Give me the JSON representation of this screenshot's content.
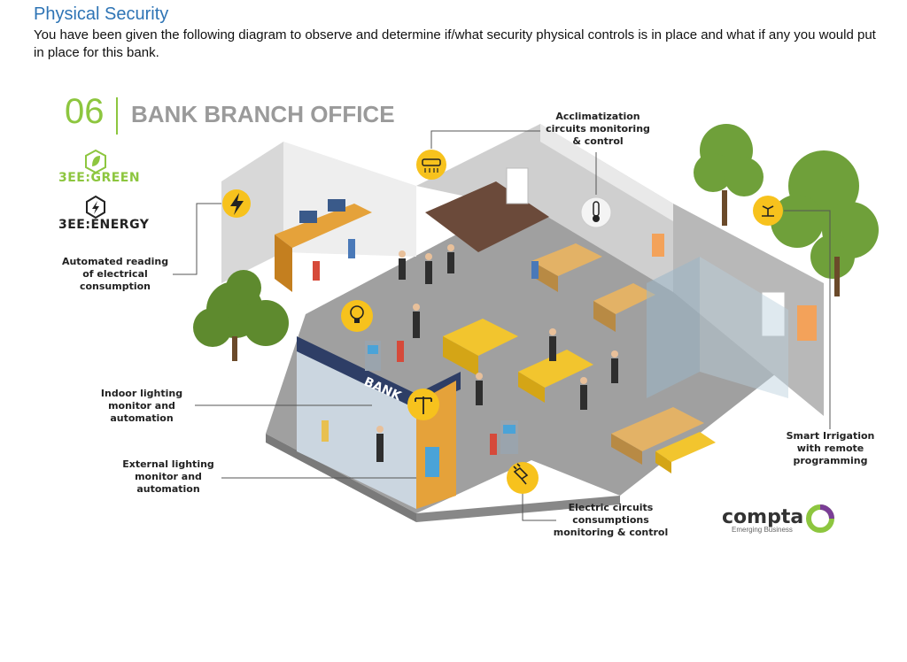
{
  "document": {
    "heading": "Physical Security",
    "intro": "You have been given the following diagram to observe and determine if/what security physical controls is in place and what if any you would put in place for this bank."
  },
  "figure": {
    "number": "06",
    "title": "BANK BRANCH OFFICE",
    "sign": "BANK",
    "brands": {
      "green": "3EE:GREEN",
      "energy": "3EE:ENERGY",
      "compta": "compta",
      "compta_tagline": "Emerging Business"
    },
    "callouts": {
      "acclimatization": "Acclimatization\ncircuits monitoring\n& control",
      "reading": "Automated reading\nof electrical\nconsumption",
      "indoor": "Indoor lighting\nmonitor and\nautomation",
      "external": "External lighting\nmonitor and\nautomation",
      "electric": "Electric circuits\nconsumptions\nmonitoring & control",
      "irrigation": "Smart Irrigation\nwith remote\nprogramming"
    },
    "colors": {
      "accent_green": "#8dc63f",
      "icon_yellow": "#f7c21d",
      "floor": "#9c9c9c",
      "furniture_yellow": "#f2c52e",
      "heading_blue": "#2e74b5"
    },
    "icons": [
      "bolt-icon",
      "lightbulb-icon",
      "street-lamp-icon",
      "plug-icon",
      "air-conditioner-icon",
      "thermometer-icon",
      "sprinkler-icon",
      "green-leaf-logo-icon",
      "energy-logo-icon"
    ]
  }
}
